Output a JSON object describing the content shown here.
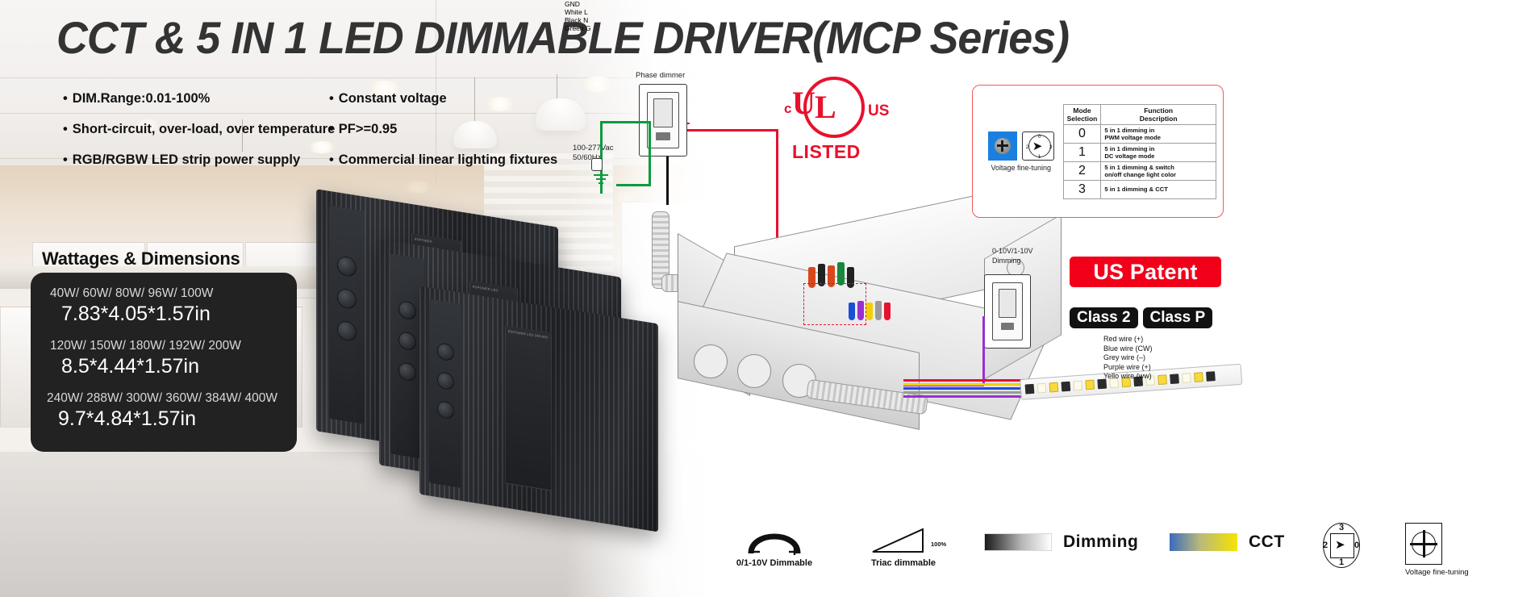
{
  "headline": "CCT & 5 IN 1 LED DIMMABLE DRIVER(MCP Series)",
  "features": {
    "left_column": [
      "DIM.Range:0.01-100%",
      "Short-circuit, over-load, over temperature",
      "RGB/RGBW LED strip power supply"
    ],
    "right_column": [
      "Constant voltage",
      "PF>=0.95",
      "Commercial linear lighting fixtures"
    ]
  },
  "wattages": {
    "title": "Wattages & Dimensions",
    "groups": [
      {
        "watts": "40W/ 60W/ 80W/ 96W/ 100W",
        "dimensions": "7.83*4.05*1.57in"
      },
      {
        "watts": "120W/ 150W/ 180W/ 192W/ 200W",
        "dimensions": "8.5*4.44*1.57in"
      },
      {
        "watts": "240W/ 288W/ 300W/ 360W/ 384W/ 400W",
        "dimensions": "9.7*4.84*1.57in"
      }
    ]
  },
  "diagram": {
    "phase_dimmer_label": "Phase dimmer",
    "voltage_label_line1": "100-277Vac",
    "voltage_label_line2": "50/60Hz",
    "ground_label": "GND",
    "mains_wires": [
      "White L",
      "Black N",
      "Green G"
    ],
    "dimming_switch_label_line1": "0-10V/1-10V",
    "dimming_switch_label_line2": "Dimming"
  },
  "certifications": {
    "ul": {
      "c_mark": "c",
      "u_letter": "U",
      "l_letter": "L",
      "us_mark": "US",
      "listed": "LISTED"
    },
    "patent_badge": "US Patent",
    "class_badges": [
      "Class 2",
      "Class P"
    ]
  },
  "mode_card": {
    "voltage_fine_tuning_caption": "Voltage fine-tuning",
    "rotary_numbers": [
      "0",
      "1",
      "2",
      "3"
    ],
    "table": {
      "headers": [
        "Mode Selection",
        "Function Description"
      ],
      "header_col1_line1": "Mode",
      "header_col1_line2": "Selection",
      "header_col2_line1": "Function",
      "header_col2_line2": "Description",
      "rows": [
        {
          "mode": "0",
          "description_line1": "5 in 1 dimming in",
          "description_line2": "PWM voltage mode"
        },
        {
          "mode": "1",
          "description_line1": "5 in 1 dimming in",
          "description_line2": "DC voltage mode"
        },
        {
          "mode": "2",
          "description_line1": "5 in 1 dimming & switch",
          "description_line2": "on/off change light color"
        },
        {
          "mode": "3",
          "description_line1": "5 in 1 dimming & CCT",
          "description_line2": ""
        }
      ]
    }
  },
  "wire_legend": [
    "Red wire (+)",
    "Blue wire (CW)",
    "Grey wire (–)",
    "Purple wire (+)",
    "Yello wire (ww)"
  ],
  "bottom_legend": {
    "dimmable_0_1_10v": "0/1-10V Dimmable",
    "triac_dimmable": "Triac dimmable",
    "triac_percent": "100%",
    "dimming_word": "Dimming",
    "cct_word": "CCT",
    "rotary_numbers": [
      "0",
      "1",
      "2",
      "3"
    ],
    "voltage_fine_tuning": "Voltage fine-tuning"
  },
  "colors": {
    "headline": "#333333",
    "ul_red": "#e8112d",
    "patent_red": "#f2001a",
    "badge_dark": "#111111",
    "watt_box": "#222222",
    "card_border": "#f05a5a"
  }
}
